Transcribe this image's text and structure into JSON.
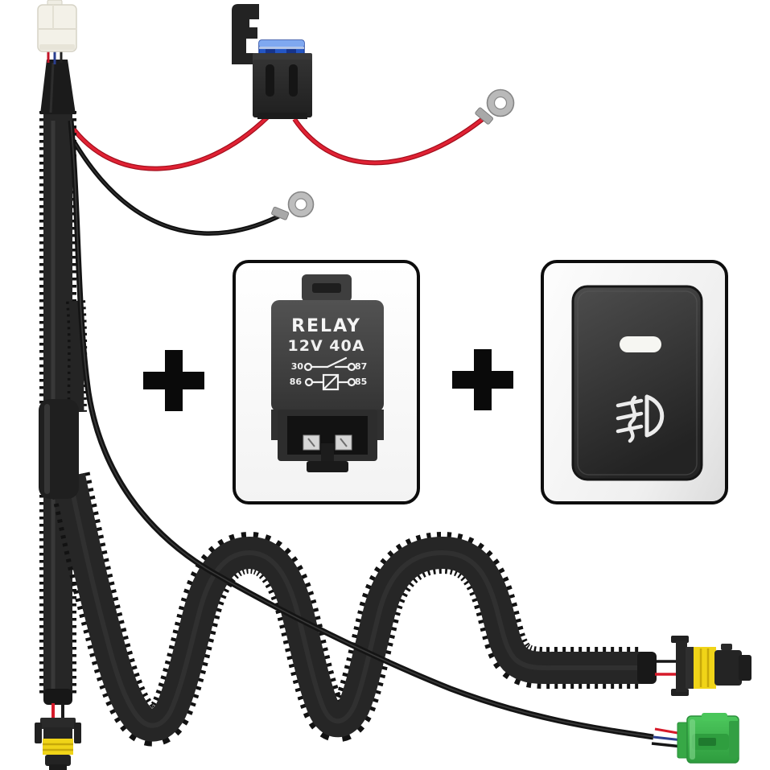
{
  "product_diagram": {
    "relay_card": {
      "title": "RELAY",
      "rating": "12V 40A",
      "pins": {
        "p30": "30",
        "p87": "87",
        "p86": "86",
        "p85": "85"
      }
    },
    "operators": {
      "plus": "+"
    }
  },
  "icons": [
    "plus-icon",
    "fog-light-icon",
    "indicator-window",
    "relay-schematic-icon",
    "blade-fuse-icon",
    "fuse-holder-icon",
    "ring-terminal-icon",
    "corrugated-tubing",
    "white-vehicle-connector",
    "yellow-seal-lamp-connector",
    "green-switch-connector"
  ],
  "colors": {
    "background": "#ffffff",
    "tubing_black": "#1e1e1e",
    "wire_red": "#d61a2a",
    "wire_blue": "#2b3f8f",
    "fuse_blue": "#2f66d6",
    "seal_yellow": "#f0d418",
    "connector_green": "#3cb84c",
    "terminal_silver": "#b9b9b9",
    "connector_ivory": "#f3f1e9",
    "card_border": "#0d0d0d",
    "plus_black": "#0a0a0a",
    "relay_text_white": "#f5f5f5"
  }
}
